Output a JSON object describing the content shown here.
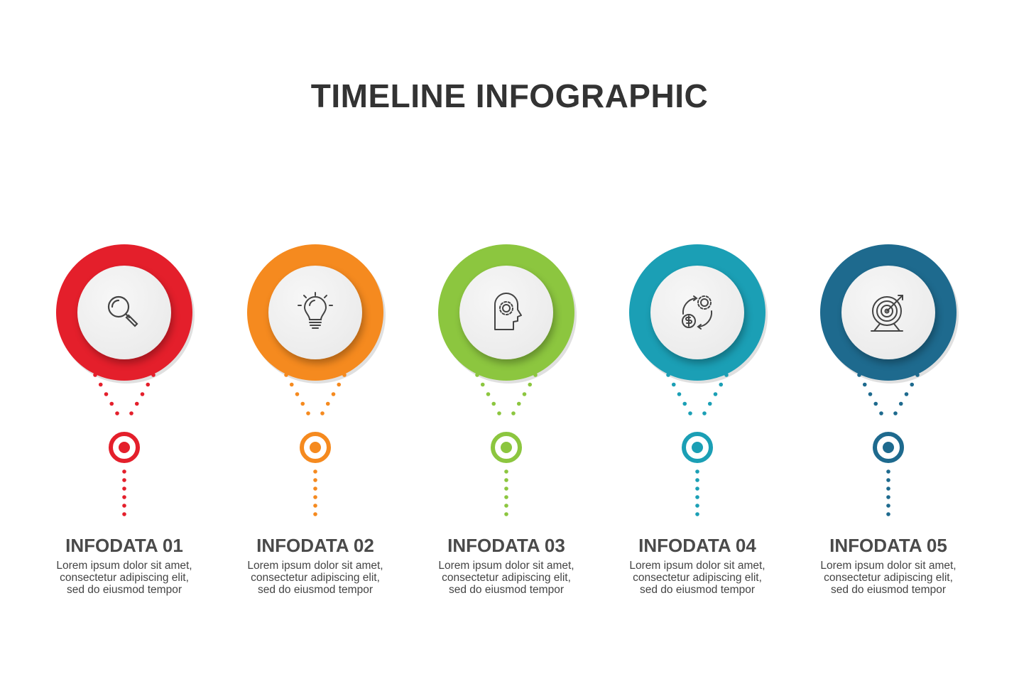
{
  "title": "TIMELINE INFOGRAPHIC",
  "steps": [
    {
      "title": "INFODATA 01",
      "text": "Lorem ipsum dolor sit amet, consectetur adipiscing elit, sed do eiusmod tempor",
      "color": "#e41f2b",
      "icon": "magnifier-icon"
    },
    {
      "title": "INFODATA 02",
      "text": "Lorem ipsum dolor sit amet, consectetur adipiscing elit, sed do eiusmod tempor",
      "color": "#f58a1f",
      "icon": "lightbulb-icon"
    },
    {
      "title": "INFODATA 03",
      "text": "Lorem ipsum dolor sit amet, consectetur adipiscing elit, sed do eiusmod tempor",
      "color": "#8cc63f",
      "icon": "head-gear-icon"
    },
    {
      "title": "INFODATA 04",
      "text": "Lorem ipsum dolor sit amet, consectetur adipiscing elit, sed do eiusmod tempor",
      "color": "#1b9fb5",
      "icon": "money-cycle-icon"
    },
    {
      "title": "INFODATA 05",
      "text": "Lorem ipsum dolor sit amet, consectetur adipiscing elit, sed do eiusmod tempor",
      "color": "#1e6a8e",
      "icon": "target-icon"
    }
  ]
}
